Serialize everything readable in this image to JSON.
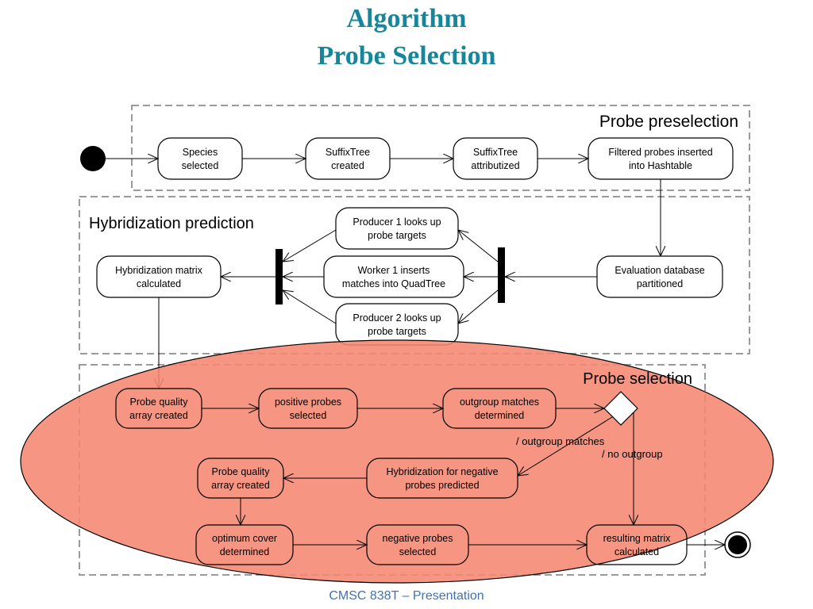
{
  "title": {
    "line1": "Algorithm",
    "line2": "Probe Selection"
  },
  "regions": {
    "preselection": "Probe preselection",
    "hybridization": "Hybridization prediction",
    "selection": "Probe selection"
  },
  "nodes": {
    "species_selected": [
      "Species",
      "selected"
    ],
    "suffixtree_created": [
      "SuffixTree",
      "created"
    ],
    "suffixtree_attributized": [
      "SuffixTree",
      "attributized"
    ],
    "filtered_probes": [
      "Filtered probes inserted",
      "into Hashtable"
    ],
    "eval_db": [
      "Evaluation database",
      "partitioned"
    ],
    "producer1": [
      "Producer 1 looks up",
      "probe targets"
    ],
    "worker1": [
      "Worker 1 inserts",
      "matches into QuadTree"
    ],
    "producer2": [
      "Producer 2 looks up",
      "probe targets"
    ],
    "hyb_matrix": [
      "Hybridization matrix",
      "calculated"
    ],
    "pq_array1": [
      "Probe quality",
      "array created"
    ],
    "positive_probes": [
      "positive probes",
      "selected"
    ],
    "outgroup_matches": [
      "outgroup matches",
      "determined"
    ],
    "hyb_negative": [
      "Hybridization for negative",
      "probes predicted"
    ],
    "pq_array2": [
      "Probe quality",
      "array created"
    ],
    "optimum_cover": [
      "optimum cover",
      "determined"
    ],
    "negative_probes": [
      "negative probes",
      "selected"
    ],
    "resulting_matrix": [
      "resulting matrix",
      "calculated"
    ]
  },
  "guards": {
    "outgroup": "/ outgroup matches",
    "no_outgroup": "/ no outgroup"
  },
  "colors": {
    "title": "#16869a",
    "footer": "#3f72b8",
    "highlight_fill": "#f5866f",
    "highlight_stroke": "#000000"
  },
  "footer": "CMSC 838T – Presentation"
}
